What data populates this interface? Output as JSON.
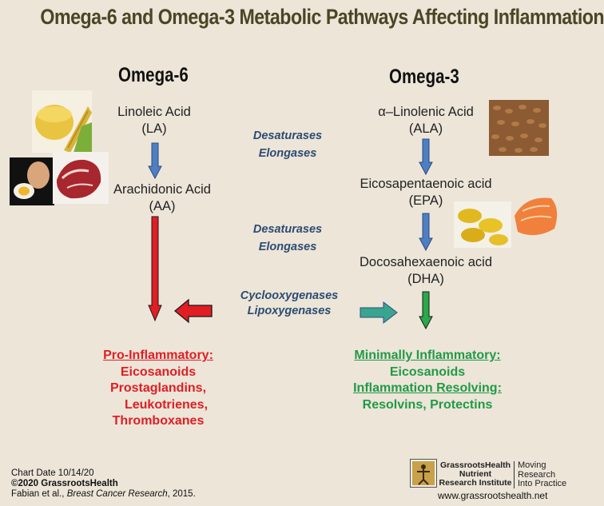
{
  "title": "Omega-6 and Omega-3 Metabolic Pathways Affecting Inflammation",
  "omega6": {
    "heading": "Omega-6",
    "nodes": [
      {
        "name": "Linoleic Acid",
        "abbr": "(LA)"
      },
      {
        "name": "Arachidonic Acid",
        "abbr": "(AA)"
      }
    ],
    "outcome": {
      "label": "Pro-Inflammatory:",
      "items": [
        "Eicosanoids",
        "Prostaglandins,",
        "Leukotrienes,",
        "Thromboxanes"
      ]
    }
  },
  "omega3": {
    "heading": "Omega-3",
    "nodes": [
      {
        "name": "α–Linolenic Acid",
        "abbr": "(ALA)"
      },
      {
        "name": "Eicosapentaenoic acid",
        "abbr": "(EPA)"
      },
      {
        "name": "Docosahexaenoic acid",
        "abbr": "(DHA)"
      }
    ],
    "outcome": {
      "label": "Minimally Inflammatory:",
      "line2": "Eicosanoids",
      "label2": "Inflammation Resolving:",
      "line4": "Resolvins, Protectins"
    }
  },
  "enzymes": [
    {
      "line1": "Desaturases",
      "line2": "Elongases"
    },
    {
      "line1": "Desaturases",
      "line2": "Elongases"
    },
    {
      "line1": "Cyclooxygenases",
      "line2": "Lipoxygenases"
    }
  ],
  "footer": {
    "chart_date": "Chart Date 10/14/20",
    "copyright": "©2020 GrassrootsHealth",
    "citation_authors": "Fabian et al., ",
    "citation_journal": "Breast Cancer Research",
    "citation_year": ", 2015.",
    "logo_lines": [
      "GrassrootsHealth",
      "Nutrient",
      "Research Institute"
    ],
    "tagline": [
      "Moving",
      "Research",
      "Into Practice"
    ],
    "website": "www.grassrootshealth.net"
  },
  "colors": {
    "title": "#4b4526",
    "arrow_blue": "#4f7ec2",
    "arrow_red": "#e01e24",
    "arrow_green": "#2aa84a",
    "arrow_teal": "#3aa58e",
    "enzyme_text": "#2d4b72"
  }
}
